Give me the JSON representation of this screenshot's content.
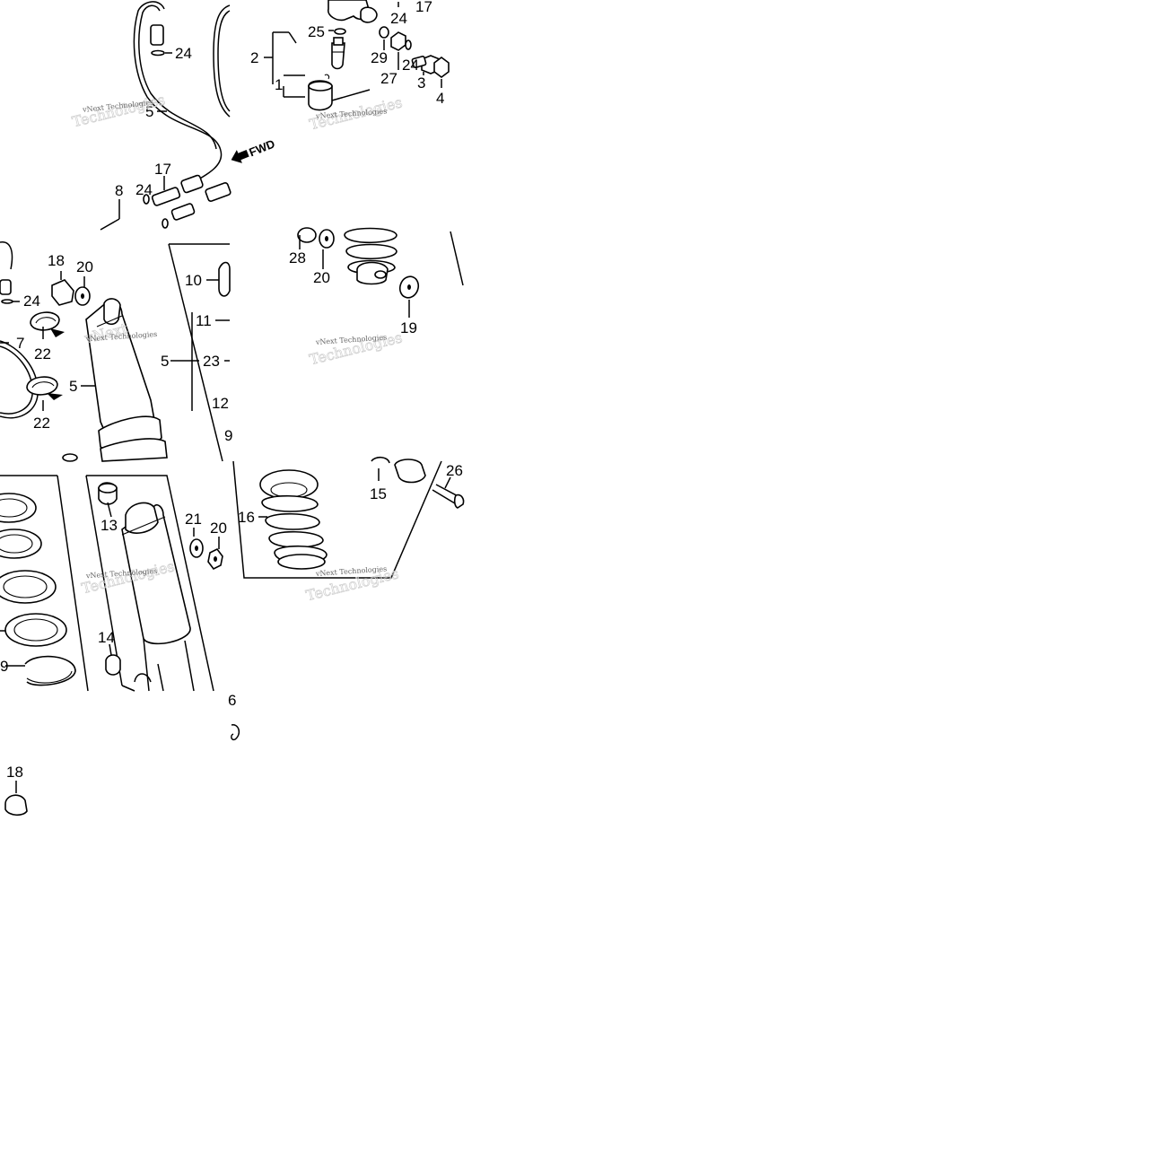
{
  "watermark": {
    "small": "vNext Technologies",
    "big_line1": "vNext",
    "big_line2": "Technologies"
  },
  "fwd_label": "FWD",
  "labels": {
    "l24a": "24",
    "l5a": "5",
    "l17a": "17",
    "l8": "8",
    "l24b": "24",
    "l25": "25",
    "l2": "2",
    "l1": "1",
    "l24c": "24",
    "l17b": "17",
    "l29": "29",
    "l27": "27",
    "l24d": "24",
    "l3": "3",
    "l4": "4",
    "l18a": "18",
    "l20a": "20",
    "l24e": "24",
    "l7": "7",
    "l22a": "22",
    "l22b": "22",
    "l5b": "5",
    "l10": "10",
    "l11": "11",
    "l5c": "5",
    "l23": "23",
    "l12": "12",
    "l9a": "9",
    "l28": "28",
    "l20b": "20",
    "l19": "19",
    "l13": "13",
    "l21": "21",
    "l20c": "20",
    "l14": "14",
    "l9b": "9",
    "l15": "15",
    "l26": "26",
    "l16": "16",
    "l6": "6",
    "l18b": "18"
  }
}
